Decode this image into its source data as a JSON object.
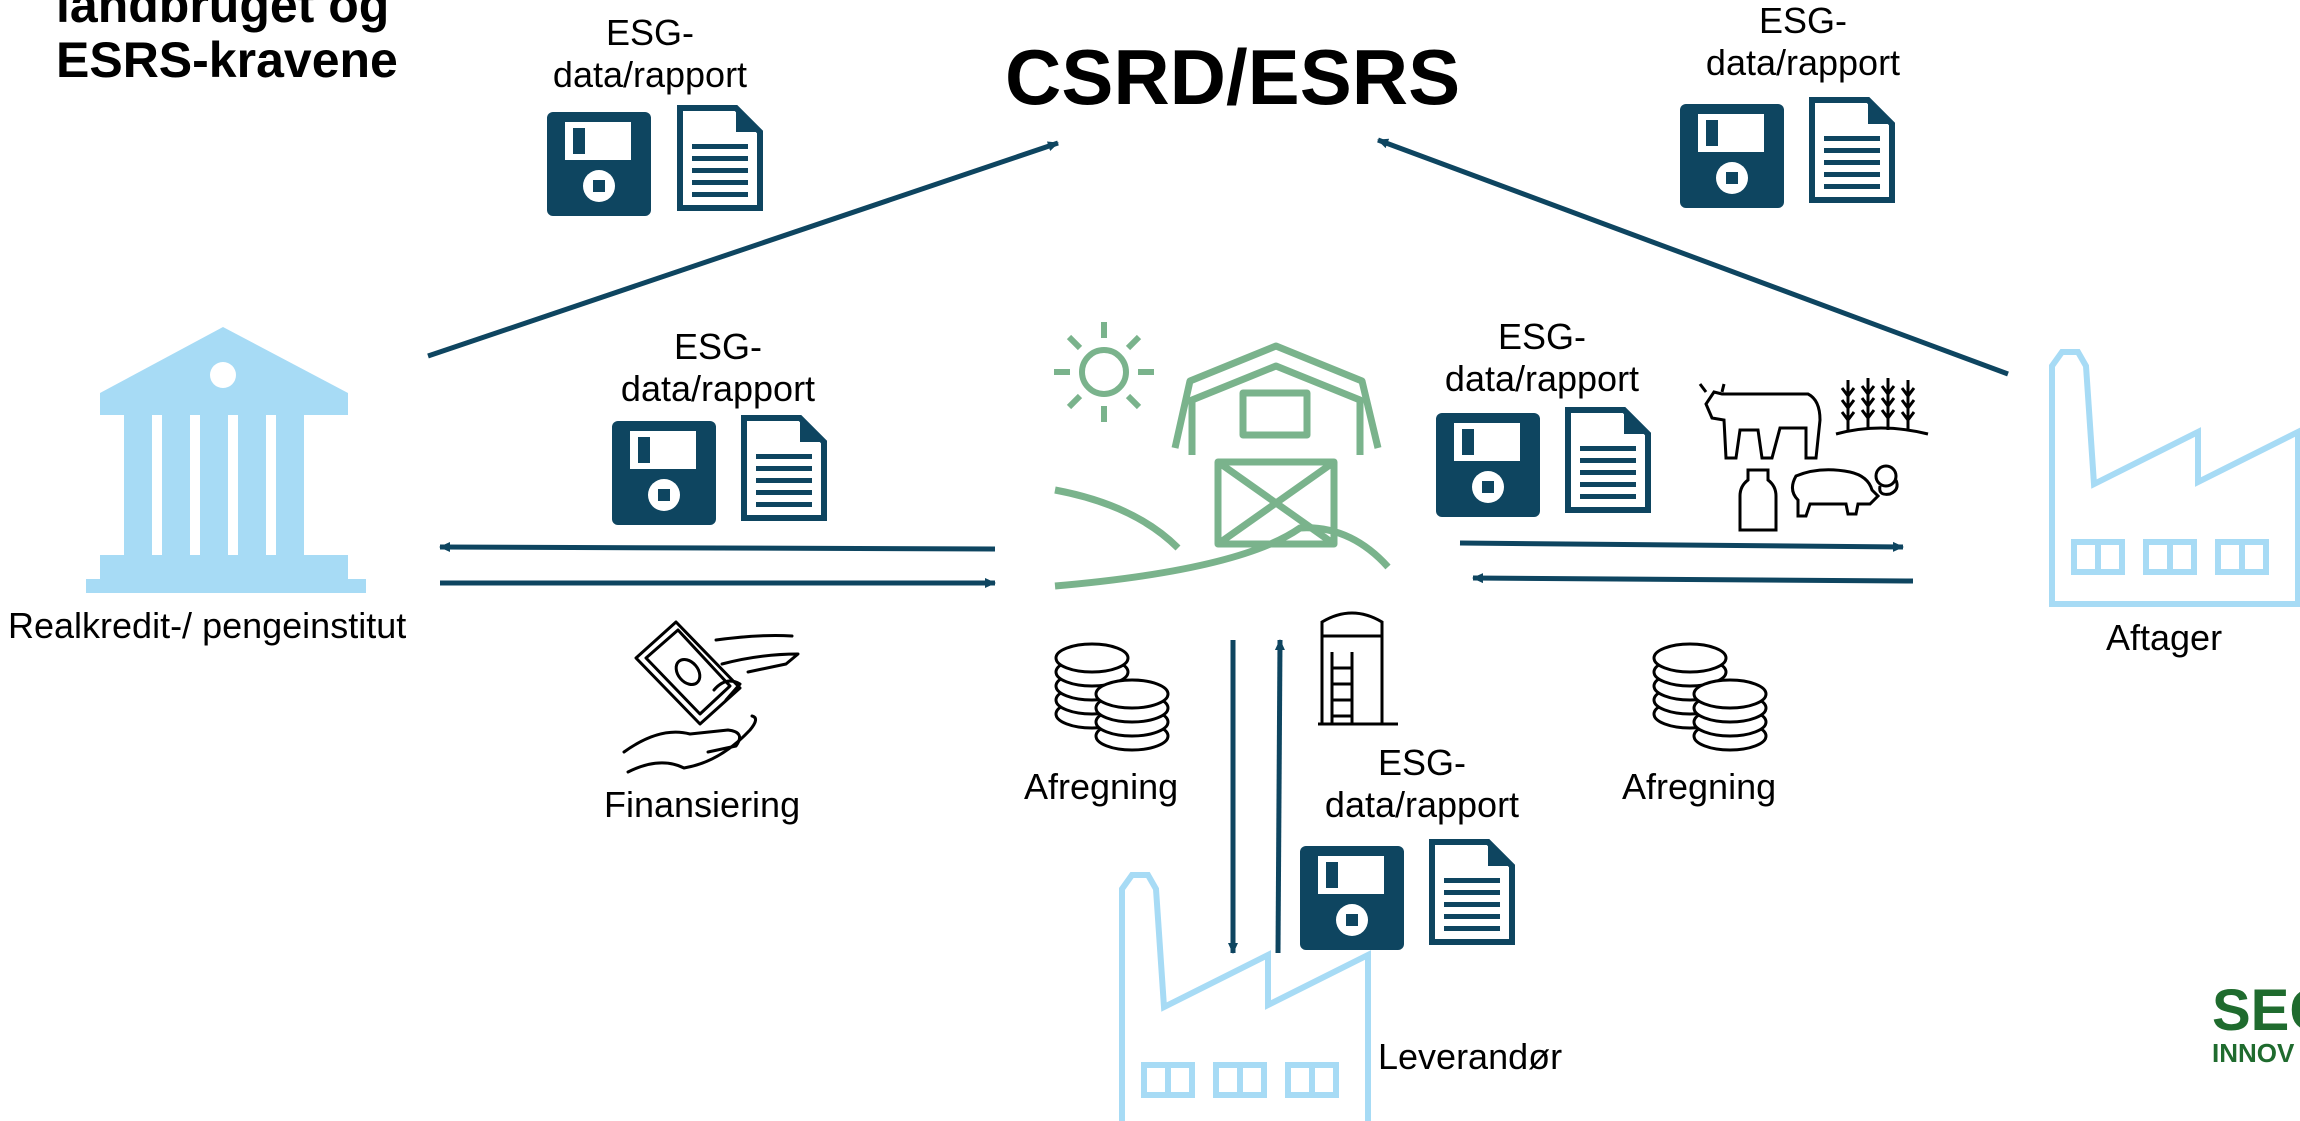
{
  "heading": {
    "line1": "landbruget og",
    "line2": "ESRS-kravene"
  },
  "title": "CSRD/ESRS",
  "esg_label": {
    "line1": "ESG-",
    "line2": "data/rapport"
  },
  "labels": {
    "bank": "Realkredit-/ pengeinstitut",
    "financing": "Finansiering",
    "settlement_left": "Afregning",
    "settlement_right": "Afregning",
    "buyer": "Aftager",
    "supplier": "Leverandør"
  },
  "logo": {
    "line1": "SEG",
    "line2": "INNOV"
  },
  "colors": {
    "dark": "#0e4560",
    "light": "#a7dbf5",
    "green": "#7ab38c",
    "brand": "#1f6b2e"
  }
}
